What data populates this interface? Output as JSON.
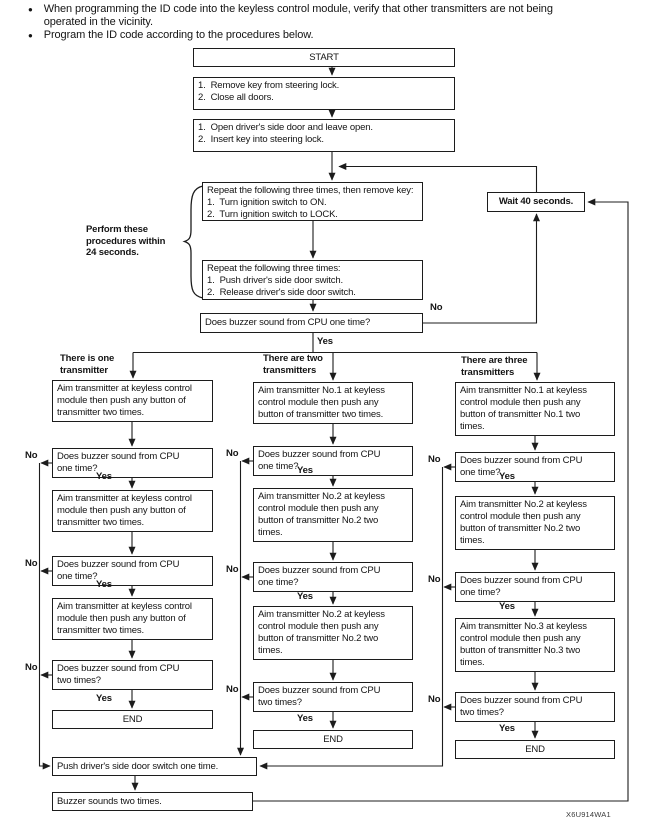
{
  "notes": {
    "bullets": [
      "When programming the ID code into the keyless control module, verify that other transmitters are not being\noperated in the vicinity.",
      "Program the ID code according to the procedures below."
    ]
  },
  "flow": {
    "start": "START",
    "step1": "1.  Remove key from steering lock.\n2.  Close all doors.",
    "step2": "1.  Open driver's side door and leave open.\n2.  Insert key into steering lock.",
    "repeat_ignition": "Repeat the following three times, then remove key:\n1.  Turn ignition switch to ON.\n2.  Turn ignition switch to LOCK.",
    "wait": "Wait 40 seconds.",
    "repeat_door_switch": "Repeat the following three times:\n1.  Push driver's side door switch.\n2.  Release driver's side door switch.",
    "main_question": "Does buzzer sound from CPU one time?",
    "push_switch": "Push driver's side door switch one time.",
    "buzzer_sounds": "Buzzer sounds two times.",
    "side_note": "Perform these\nprocedures within\n24 seconds."
  },
  "labels": {
    "yes": "Yes",
    "no": "No"
  },
  "branches": [
    {
      "header": "There is one\ntransmitter",
      "aim1": "Aim transmitter at keyless control\nmodule then push any button of\ntransmitter two times.",
      "q1": "Does buzzer sound from CPU\none time?",
      "aim2": "Aim transmitter at keyless control\nmodule then push any button of\ntransmitter two times.",
      "q2": "Does buzzer sound from CPU\none time?",
      "aim3": "Aim transmitter at keyless control\nmodule then push any button of\ntransmitter two times.",
      "q3": "Does buzzer sound from CPU\ntwo times?",
      "end": "END"
    },
    {
      "header": "There are two\ntransmitters",
      "aim1": "Aim transmitter No.1 at keyless\ncontrol module then push any\nbutton of transmitter two times.",
      "q1": "Does buzzer sound from CPU\none time?",
      "aim2": "Aim transmitter No.2 at keyless\ncontrol module then push any\nbutton of transmitter No.2 two\ntimes.",
      "q2": "Does buzzer sound from CPU\none time?",
      "aim3": "Aim transmitter No.2 at keyless\ncontrol module then push any\nbutton of transmitter No.2 two\ntimes.",
      "q3": "Does buzzer sound from CPU\ntwo times?",
      "end": "END"
    },
    {
      "header": "There are three\ntransmitters",
      "aim1": "Aim transmitter No.1 at keyless\ncontrol module then push any\nbutton of transmitter No.1 two\ntimes.",
      "q1": "Does buzzer sound from CPU\none time?",
      "aim2": "Aim transmitter No.2 at keyless\ncontrol module then push any\nbutton of transmitter No.2 two\ntimes.",
      "q2": "Does buzzer sound from CPU\none time?",
      "aim3": "Aim transmitter No.3 at keyless\ncontrol module then push any\nbutton of transmitter No.3 two\ntimes.",
      "q3": "Does buzzer sound from CPU\ntwo times?",
      "end": "END"
    }
  ],
  "figure_code": "X6U914WA1"
}
